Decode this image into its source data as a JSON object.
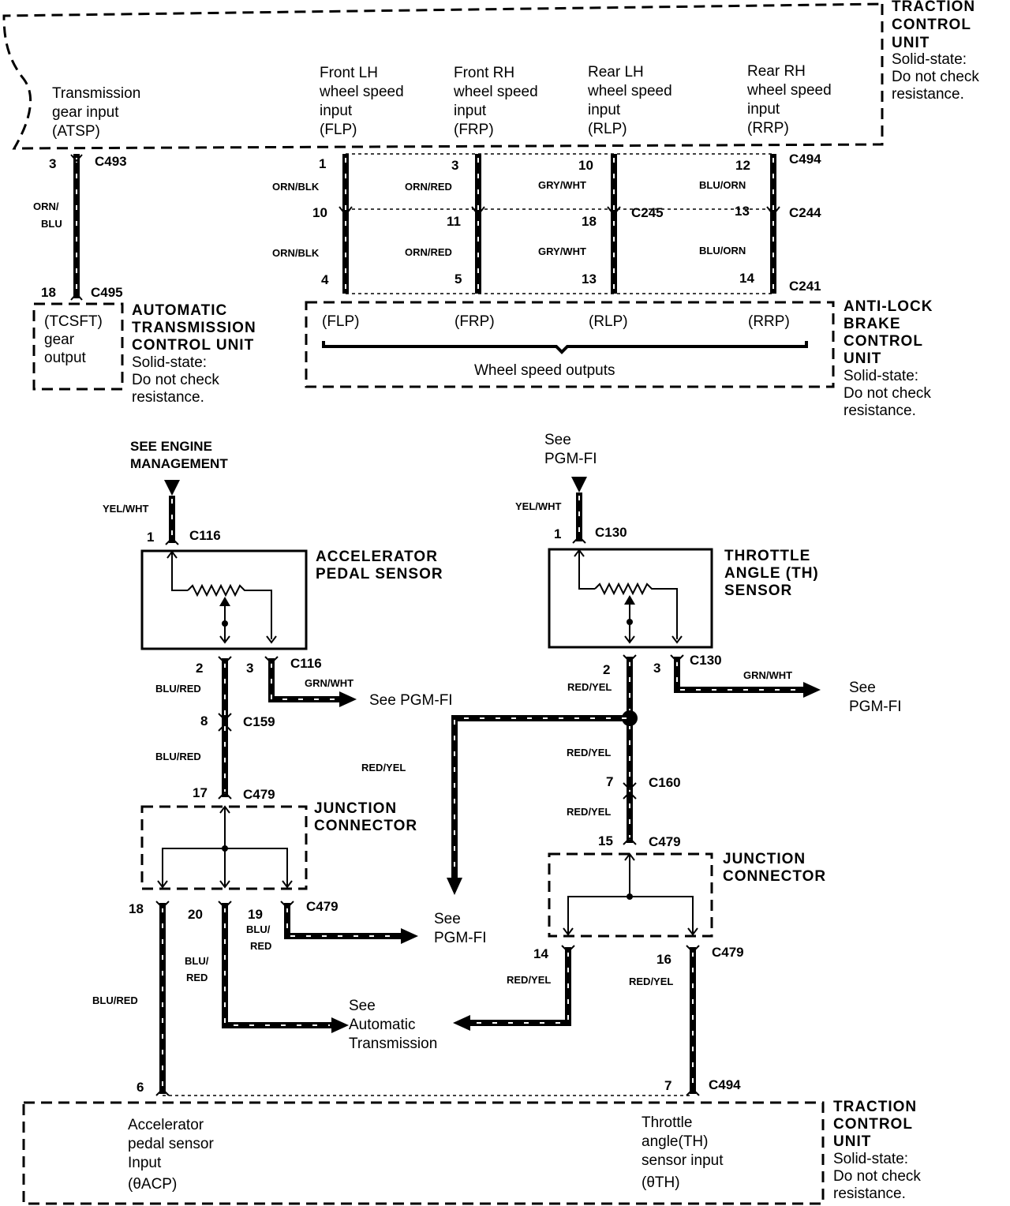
{
  "tcu_top": {
    "title": [
      "TRACTION",
      "CONTROL",
      "UNIT"
    ],
    "note": [
      "Solid-state:",
      "Do not check",
      "resistance."
    ]
  },
  "tcu_inputs": [
    {
      "lines": [
        "Transmission",
        "gear input",
        "(ATSP)"
      ]
    },
    {
      "lines": [
        "Front LH",
        "wheel speed",
        "input",
        "(FLP)"
      ]
    },
    {
      "lines": [
        "Front RH",
        "wheel speed",
        "input",
        "(FRP)"
      ]
    },
    {
      "lines": [
        "Rear LH",
        "wheel speed",
        "input",
        "(RLP)"
      ]
    },
    {
      "lines": [
        "Rear RH",
        "wheel speed",
        "input",
        "(RRP)"
      ]
    }
  ],
  "top_wires": {
    "atsp": {
      "pin_top": "3",
      "conn_top": "C493",
      "color": [
        "ORN/",
        "BLU"
      ],
      "pin_bottom": "18",
      "conn_bottom": "C495"
    },
    "flp": {
      "pin_top": "1",
      "color_top": "ORN/BLK",
      "pin_mid": "10",
      "color_bottom": "ORN/BLK",
      "pin_bottom": "4"
    },
    "frp": {
      "pin_top": "3",
      "color_top": "ORN/RED",
      "pin_mid": "11",
      "color_bottom": "ORN/RED",
      "pin_bottom": "5"
    },
    "rlp": {
      "pin_top": "10",
      "color_top": "GRY/WHT",
      "pin_mid": "18",
      "color_bottom": "GRY/WHT",
      "pin_bottom": "13"
    },
    "rrp": {
      "pin_top": "12",
      "color_top": "BLU/ORN",
      "pin_mid": "13",
      "color_bottom": "BLU/ORN",
      "pin_bottom": "14"
    },
    "conn_c494": "C494",
    "conn_c245": "C245",
    "conn_c244": "C244",
    "conn_c241": "C241"
  },
  "atcu": {
    "box_lines": [
      "(TCSFT)",
      "gear",
      "output"
    ],
    "title": [
      "AUTOMATIC",
      "TRANSMISSION",
      "CONTROL UNIT"
    ],
    "note": [
      "Solid-state:",
      "Do not check",
      "resistance."
    ]
  },
  "abs": {
    "outputs": [
      "(FLP)",
      "(FRP)",
      "(RLP)",
      "(RRP)"
    ],
    "wheel_speed": "Wheel speed outputs",
    "title": [
      "ANTI-LOCK",
      "BRAKE",
      "CONTROL",
      "UNIT"
    ],
    "note": [
      "Solid-state:",
      "Do not check",
      "resistance."
    ]
  },
  "aps": {
    "see": [
      "SEE ENGINE",
      "MANAGEMENT"
    ],
    "color_in": "YEL/WHT",
    "pin_in": "1",
    "conn_in": "C116",
    "title": [
      "ACCELERATOR",
      "PEDAL SENSOR"
    ],
    "pin2": "2",
    "pin3": "3",
    "conn_out": "C116",
    "color_2a": "BLU/RED",
    "color_3": "GRN/WHT",
    "see_3": "See PGM-FI",
    "pin_c159": "8",
    "conn_c159": "C159",
    "color_2b": "BLU/RED",
    "pin_c479_in": "17",
    "conn_c479_in": "C479",
    "jc_title": [
      "JUNCTION",
      "CONNECTOR"
    ],
    "pin_18": "18",
    "pin_20": "20",
    "pin_19": "19",
    "conn_c479_out": "C479",
    "color_18": "BLU/RED",
    "color_20": [
      "BLU/",
      "RED"
    ],
    "color_19": [
      "BLU/",
      "RED"
    ],
    "see_19": [
      "See",
      "PGM-FI"
    ],
    "see_20": [
      "See",
      "Automatic",
      "Transmission"
    ]
  },
  "ths": {
    "see": [
      "See",
      "PGM-FI"
    ],
    "color_in": "YEL/WHT",
    "pin_in": "1",
    "conn_in": "C130",
    "title": [
      "THROTTLE",
      "ANGLE (TH)",
      "SENSOR"
    ],
    "pin2": "2",
    "pin3": "3",
    "conn_out": "C130",
    "color_2a": "RED/YEL",
    "color_3": "GRN/WHT",
    "see_3": [
      "See",
      "PGM-FI"
    ],
    "color_splice": "RED/YEL",
    "color_2b": "RED/YEL",
    "pin_c160": "7",
    "conn_c160": "C160",
    "color_2c": "RED/YEL",
    "pin_c479_in": "15",
    "conn_c479_in": "C479",
    "jc_title": [
      "JUNCTION",
      "CONNECTOR"
    ],
    "pin_14": "14",
    "pin_16": "16",
    "conn_c479_out": "C479",
    "color_14": "RED/YEL",
    "color_16": "RED/YEL"
  },
  "tcu_bottom": {
    "pin_left": "6",
    "pin_right": "7",
    "conn": "C494",
    "input_left": [
      "Accelerator",
      "pedal sensor",
      "Input",
      "(θACP)"
    ],
    "input_right": [
      "Throttle",
      "angle(TH)",
      "sensor input",
      "(θTH)"
    ],
    "title": [
      "TRACTION",
      "CONTROL",
      "UNIT"
    ],
    "note": [
      "Solid-state:",
      "Do not check",
      "resistance."
    ]
  }
}
